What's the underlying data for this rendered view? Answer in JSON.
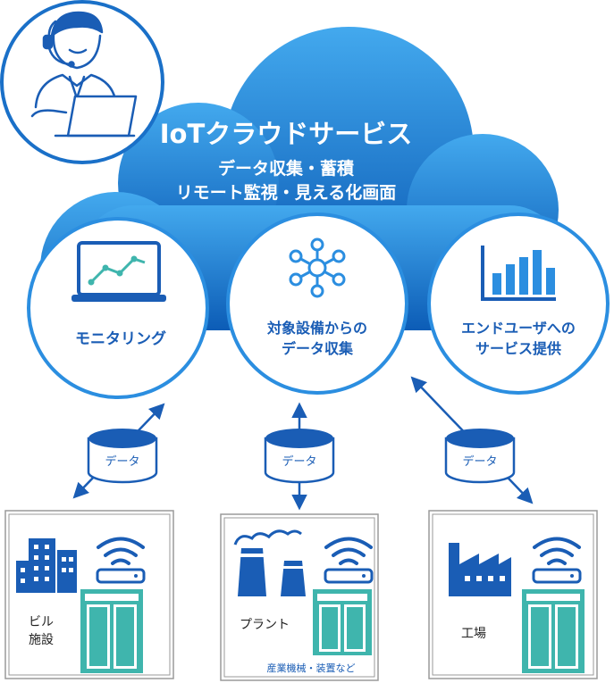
{
  "cloud": {
    "title": "IoTクラウドサービス",
    "subtitle_line1": "データ収集・蓄積",
    "subtitle_line2": "リモート監視・見える化画面"
  },
  "features": [
    {
      "label": "モニタリング",
      "icon": "monitor-chart-icon"
    },
    {
      "label_line1": "対象設備からの",
      "label_line2": "データ収集",
      "icon": "network-hub-icon"
    },
    {
      "label_line1": "エンドユーザへの",
      "label_line2": "サービス提供",
      "icon": "bar-chart-icon"
    }
  ],
  "data_label": "データ",
  "sites": [
    {
      "label_line1": "ビル",
      "label_line2": "施設",
      "icon": "buildings-icon"
    },
    {
      "label": "プラント",
      "caption": "産業機械・装置など",
      "icon": "plant-icon"
    },
    {
      "label": "工場",
      "icon": "factory-icon"
    }
  ],
  "operator": {
    "icon": "operator-with-headset-icon"
  },
  "colors": {
    "brand_blue": "#1a70c8",
    "cloud_light": "#39a1ea",
    "cloud_dark": "#0d5fb8",
    "teal": "#3fb5ad",
    "navy": "#17469e"
  }
}
